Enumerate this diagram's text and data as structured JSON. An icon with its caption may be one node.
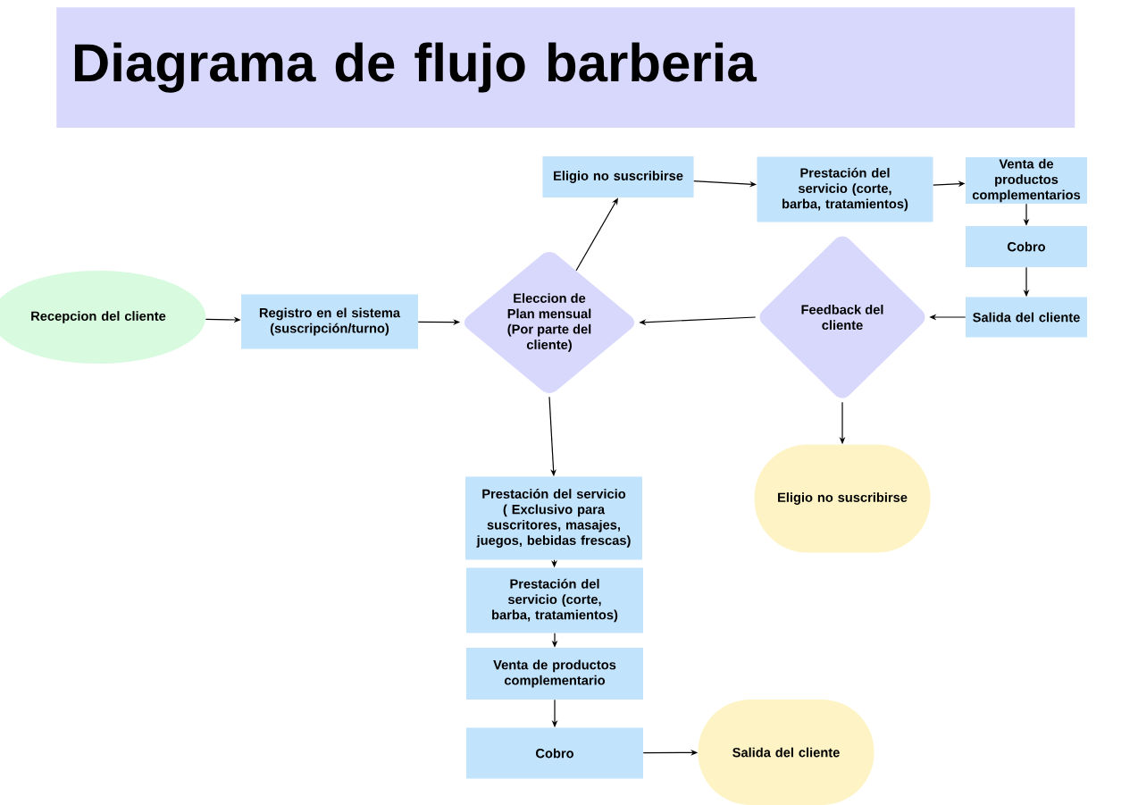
{
  "diagram": {
    "title": "Diagrama de flujo barberia",
    "nodes": [
      {
        "text": [
          "Recepcion del cliente"
        ]
      },
      {
        "text": [
          "Registro en el sistema (suscripción/turno)"
        ]
      },
      {
        "text": [
          "Eleccion de Plan mensual (Por parte del cliente)"
        ]
      },
      {
        "text": [
          "Eligio no suscribirse"
        ]
      },
      {
        "text": [
          "Prestación del servicio (corte, barba, tratamientos)"
        ]
      },
      {
        "text": [
          "Venta de productos complementarios"
        ]
      },
      {
        "text": [
          "Cobro"
        ]
      },
      {
        "text": [
          "Feedback del cliente"
        ]
      },
      {
        "text": [
          "Salida del cliente"
        ]
      },
      {
        "text": [
          "Prestación del servicio ( Exclusivo para suscritores, masajes, juegos, bebidas frescas)"
        ]
      },
      {
        "text": [
          "Eligio no suscribirse"
        ]
      },
      {
        "text": [
          "Prestación del servicio (corte, barba, tratamientos)"
        ]
      },
      {
        "text": [
          "Venta de productos complementario"
        ]
      },
      {
        "text": [
          "Cobro"
        ]
      },
      {
        "text": [
          "Salida del cliente"
        ]
      }
    ],
    "edges": [
      {
        "from": 0,
        "to": 1,
        "arrow": "to"
      },
      {
        "from": 1,
        "to": 2,
        "arrow": "to"
      },
      {
        "from": 2,
        "to": 3,
        "arrow": "to"
      },
      {
        "from": 3,
        "to": 4,
        "arrow": "to"
      },
      {
        "from": 4,
        "to": 5,
        "arrow": "to"
      },
      {
        "from": 5,
        "to": 6,
        "arrow": "to"
      },
      {
        "from": 6,
        "to": 8,
        "arrow": "to"
      },
      {
        "from": 8,
        "to": 7,
        "arrow": "to"
      },
      {
        "from": 7,
        "to": 2,
        "arrow": "to"
      },
      {
        "from": 7,
        "to": 10,
        "arrow": "to"
      },
      {
        "from": 2,
        "to": 9,
        "arrow": "to"
      },
      {
        "from": 9,
        "to": 11,
        "arrow": "to"
      },
      {
        "from": 11,
        "to": 12,
        "arrow": "to"
      },
      {
        "from": 12,
        "to": 13,
        "arrow": "to"
      },
      {
        "from": 13,
        "to": 14,
        "arrow": "to"
      }
    ]
  }
}
